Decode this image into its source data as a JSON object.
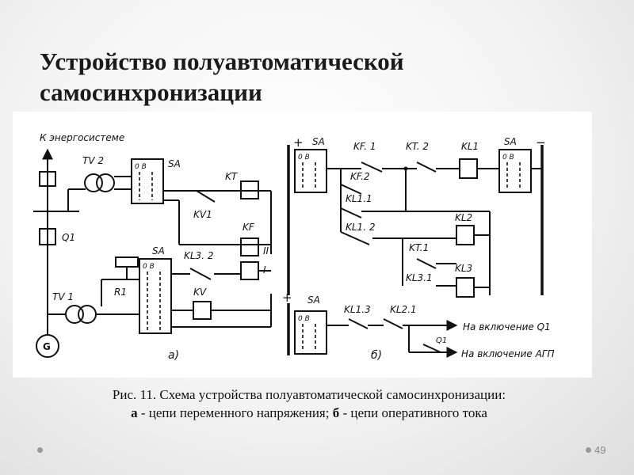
{
  "slide": {
    "title_line1": "Устройство полуавтоматической",
    "title_line2": "самосинхронизации",
    "caption_line1": "Рис. 11. Схема устройства полуавтоматической самосинхронизации:",
    "caption_a_key": "а",
    "caption_a_text": " - цепи переменного напряжения; ",
    "caption_b_key": "б",
    "caption_b_text": " - цепи оперативного тока",
    "page_number": "49"
  },
  "diagram": {
    "labels": {
      "k_system": "К энергосистеме",
      "tv2": "TV 2",
      "sa_top": "SA",
      "sa_top_pos": "0  В",
      "q1": "Q1",
      "kt": "KT",
      "kv1": "KV1",
      "kf": "KF",
      "sa_mid": "SA",
      "sa_mid_pos": "0  В",
      "kl32": "KL3. 2",
      "roman2": "II",
      "roman1": "I",
      "tv1": "TV 1",
      "r1": "R1",
      "kv": "KV",
      "gen": "G",
      "part_a": "а)",
      "plus_top": "+",
      "sa_r1": "SA",
      "sa_r1_pos": "0  В",
      "kf1": "KF. 1",
      "kt2": "KT. 2",
      "kl1": "KL1",
      "sa_r2": "SA",
      "sa_r2_pos": "0  В",
      "minus": "−",
      "kf2": "KF.2",
      "kl11": "KL1.1",
      "kl2": "KL2",
      "kl12": "KL1. 2",
      "kt1": "KT.1",
      "kl31": "KL3.1",
      "kl3": "KL3",
      "plus_bottom": "+",
      "sa_r3": "SA",
      "sa_r3_pos": "0  В",
      "kl13": "KL1.3",
      "kl21": "KL2.1",
      "on_q1": "На включение Q1",
      "q1_small": "Q1",
      "on_agp": "На включение АГП",
      "part_b": "б)"
    }
  }
}
